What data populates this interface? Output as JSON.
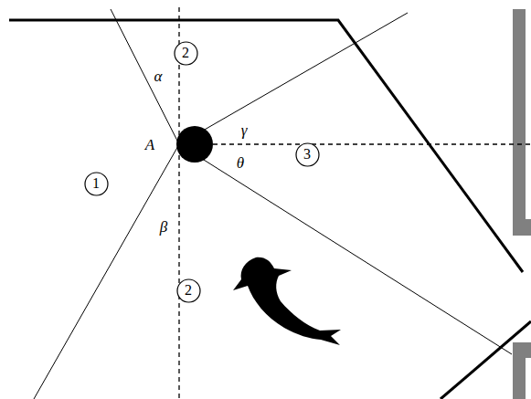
{
  "diagram": {
    "nodes": [
      {
        "text": [
          "2"
        ]
      },
      {
        "text": [
          "3"
        ]
      },
      {
        "text": [
          "1"
        ]
      },
      {
        "text": [
          "2"
        ]
      }
    ],
    "labels": [
      "α",
      "A",
      "β",
      "γ",
      "θ"
    ]
  }
}
